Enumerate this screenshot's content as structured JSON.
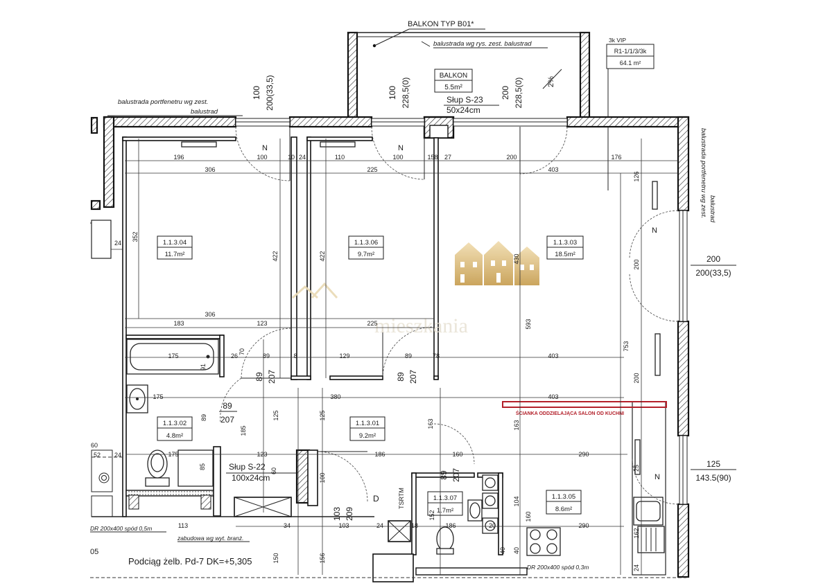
{
  "balcony": {
    "type_title": "BALKON TYP B01*",
    "balustrade_note": "balustrada wg rys. zest. balustrad",
    "room_name": "BALKON",
    "room_area": "5.5m²",
    "slope": "2%"
  },
  "unit_tag": {
    "type": "3k VIP",
    "code": "R1-1/1/3/3k",
    "area": "64.1 m²"
  },
  "notes": {
    "balustrade_left_1": "balustrada portfenetru wg zest.",
    "balustrade_left_2": "balustrad",
    "balustrade_right_1": "balustrada portfenetru wg zest.",
    "balustrade_right_2": "balustrad",
    "column_s23": "Słup S-23",
    "column_s23_size": "50x24cm",
    "column_s22": "Słup S-22",
    "column_s22_size": "100x24cm",
    "partition": "ŚCIANKA ODDZIELAJĄCA SALON OD KUCHNI",
    "beam": "Podciąg żelb. Pd-7 DK=+5,305",
    "dr_left": "DR 200x400 spód 0,5m",
    "dr_right": "DR 200x400 spód 0,3m",
    "builtin": "zabudowa wg wyt. branż.",
    "tsrtm": "TSRTM",
    "chimney_label": "D",
    "north": "N"
  },
  "rooms": [
    {
      "id": "1.1.3.04",
      "area": "11.7m²"
    },
    {
      "id": "1.1.3.06",
      "area": "9.7m²"
    },
    {
      "id": "1.1.3.03",
      "area": "18.5m²"
    },
    {
      "id": "1.1.3.02",
      "area": "4.8m²"
    },
    {
      "id": "1.1.3.01",
      "area": "9.2m²"
    },
    {
      "id": "1.1.3.07",
      "area": "1.7m²"
    },
    {
      "id": "1.1.3.05",
      "area": "8.6m²"
    }
  ],
  "openings": {
    "win_left_top": "100",
    "win_left_bottom": "200(33,5)",
    "balcony_door_left_top": "100",
    "balcony_door_left_bottom": "228,5(0)",
    "balcony_door_right_top": "200",
    "balcony_door_right_bottom": "228,5(0)",
    "win_right_top": "200",
    "win_right_bottom": "200(33,5)",
    "kitchen_win_top": "125",
    "kitchen_win_bottom": "143.5(90)",
    "door_1_top": "89",
    "door_1_bottom": "207",
    "door_2_top": "89",
    "door_2_bottom": "207",
    "door_3_top": "89",
    "door_3_bottom": "207",
    "door_4_top": "89",
    "door_4_bottom": "207",
    "door_5_top": "103",
    "door_5_bottom": "209"
  },
  "dims": {
    "d196": "196",
    "d100a": "100",
    "d10": "10",
    "d24a": "24",
    "d110": "110",
    "d100b": "100",
    "d158": "158",
    "d27": "27",
    "d200a": "200",
    "d176": "176",
    "d306a": "306",
    "d225a": "225",
    "d403a": "403",
    "d126": "126",
    "d352": "352",
    "d422a": "422",
    "d422b": "422",
    "d430": "430",
    "d200b": "200",
    "d24b": "24",
    "d306b": "306",
    "d183": "183",
    "d123a": "123",
    "d225b": "225",
    "d593": "593",
    "d753": "753",
    "d175a": "175",
    "d91": "91",
    "d26": "26",
    "d89a": "89",
    "d8": "8",
    "d129": "129",
    "d89b": "89",
    "d78": "78",
    "d403b": "403",
    "d70": "70",
    "d175b": "175",
    "d380": "380",
    "d403c": "403",
    "d200c": "200",
    "d89c": "89",
    "d125a": "125",
    "d125b": "125",
    "d185": "185",
    "d163a": "163",
    "d163b": "163",
    "d175c": "175",
    "d123b": "123",
    "d186": "186",
    "d160a": "160",
    "d290a": "290",
    "d85": "85",
    "d60a": "60",
    "d52": "52",
    "d24c": "24",
    "d60b": "60",
    "d100c": "100",
    "d113": "113",
    "d34": "34",
    "d103": "103",
    "d24d": "24",
    "d18": "18",
    "d186b": "186",
    "d20": "20",
    "d290b": "290",
    "d152": "152",
    "d160b": "160",
    "d104": "104",
    "d40a": "40",
    "d40b": "40",
    "d150": "150",
    "d156": "156",
    "d25": "25",
    "d162": "162",
    "d24e": "24",
    "d05": "05"
  },
  "watermark": {
    "text": "mieszkania"
  },
  "colors": {
    "partition": "#b3202a",
    "logo": "#e4c98a",
    "logo_light": "#eadbb6"
  }
}
